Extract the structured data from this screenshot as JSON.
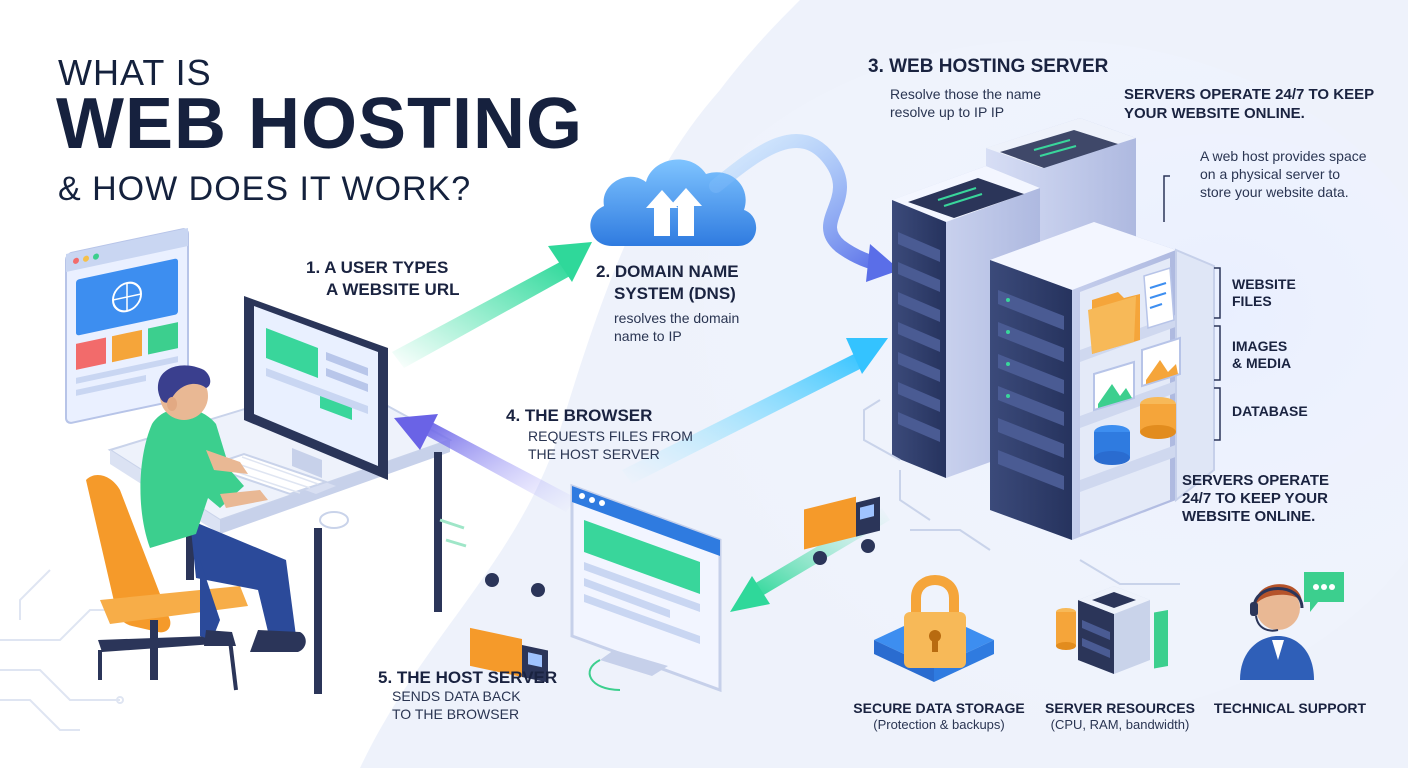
{
  "title": {
    "line1": "WHAT IS",
    "line2": "WEB HOSTING",
    "line3": "& HOW DOES IT WORK?"
  },
  "steps": {
    "step1": {
      "line1": "1. A USER TYPES",
      "line2": "A WEBSITE URL"
    },
    "step2": {
      "title1": "2. DOMAIN NAME",
      "title2": "SYSTEM (DNS)",
      "desc1": "resolves the domain",
      "desc2": "name to IP"
    },
    "step3": {
      "title": "3. WEB HOSTING SERVER",
      "desc1": "Resolve those the name",
      "desc2": "resolve up to IP IP"
    },
    "step4": {
      "title": "4. THE BROWSER",
      "desc1": "REQUESTS FILES FROM",
      "desc2": "THE HOST SERVER"
    },
    "step5": {
      "title": "5. THE HOST SERVER",
      "desc1": "SENDS DATA BACK",
      "desc2": "TO THE BROWSER"
    }
  },
  "server_notes": {
    "top1": "SERVERS OPERATE 24/7 TO KEEP",
    "top2": "YOUR WEBSITE ONLINE.",
    "space1": "A web host provides space",
    "space2": "on a physical server to",
    "space3": "store your website data.",
    "bottom1": "SERVERS OPERATE",
    "bottom2": "24/7 TO KEEP YOUR",
    "bottom3": "WEBSITE ONLINE."
  },
  "shelf_labels": {
    "files1": "WEBSITE",
    "files2": "FILES",
    "media1": "IMAGES",
    "media2": "& MEDIA",
    "db": "DATABASE"
  },
  "features": {
    "storage": {
      "title": "SECURE DATA STORAGE",
      "sub": "(Protection & backups)"
    },
    "resources": {
      "title": "SERVER RESOURCES",
      "sub": "(CPU, RAM, bandwidth)"
    },
    "support": {
      "title": "TECHNICAL SUPPORT"
    }
  },
  "colors": {
    "navy": "#16213e",
    "accent_blue": "#3d7be8",
    "accent_green": "#2fd89a",
    "accent_purple": "#6a63e6",
    "orange": "#f59a2a"
  }
}
